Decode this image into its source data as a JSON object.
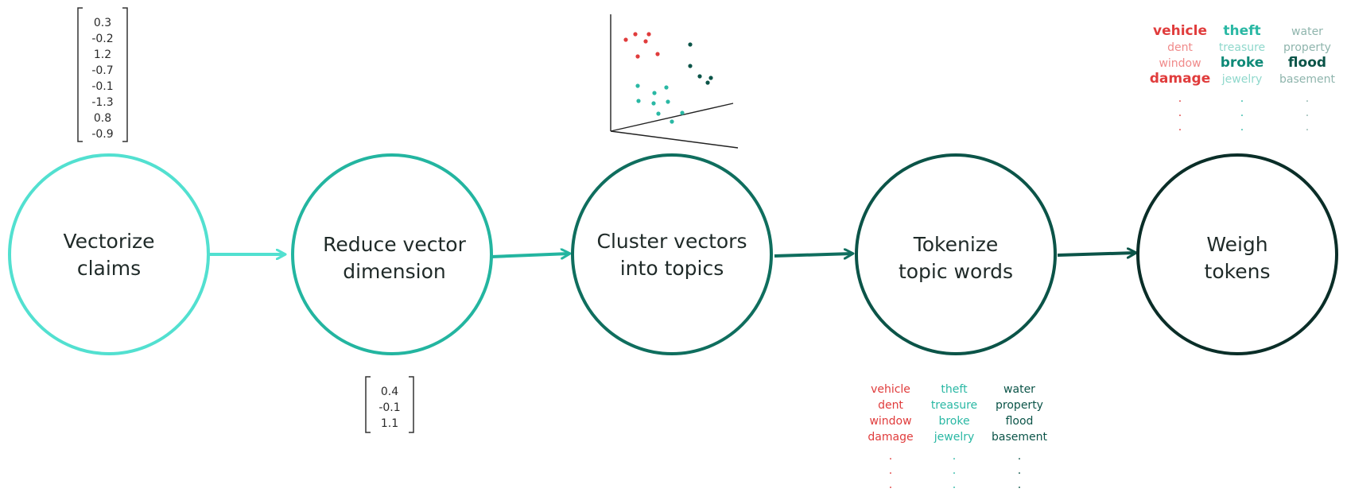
{
  "stages": [
    {
      "line1": "Vectorize",
      "line2": "claims",
      "color": "#52e0d0"
    },
    {
      "line1": "Reduce vector",
      "line2": "dimension",
      "color": "#23b5a0"
    },
    {
      "line1": "Cluster vectors",
      "line2": "into topics",
      "color": "#0f6e5e"
    },
    {
      "line1": "Tokenize",
      "line2": "topic words",
      "color": "#0b5448"
    },
    {
      "line1": "Weigh",
      "line2": "tokens",
      "color": "#0a2e28"
    }
  ],
  "input_vector": [
    "0.3",
    "-0.2",
    "1.2",
    "-0.7",
    "-0.1",
    "-1.3",
    "0.8",
    "-0.9"
  ],
  "reduced_vector": [
    "0.4",
    "-0.1",
    "1.1"
  ],
  "scatter": {
    "red": "#e03c3c",
    "teal": "#2ab8a4",
    "dark": "#0b5448"
  },
  "token_lists": [
    {
      "color": "#e03c3c",
      "words": [
        "vehicle",
        "dent",
        "window",
        "damage"
      ]
    },
    {
      "color": "#2ab8a4",
      "words": [
        "theft",
        "treasure",
        "broke",
        "jewelry"
      ]
    },
    {
      "color": "#0b5448",
      "words": [
        "water",
        "property",
        "flood",
        "basement"
      ]
    }
  ],
  "weighted_lists": [
    {
      "words": [
        "vehicle",
        "dent",
        "window",
        "damage"
      ],
      "colors": [
        "#e03c3c",
        "#f08a8a",
        "#f08a8a",
        "#e03c3c"
      ]
    },
    {
      "words": [
        "theft",
        "treasure",
        "broke",
        "jewelry"
      ],
      "colors": [
        "#2ab8a4",
        "#8fd8cc",
        "#0f8a78",
        "#8fd8cc"
      ]
    },
    {
      "words": [
        "water",
        "property",
        "flood",
        "basement"
      ],
      "colors": [
        "#8fb5ad",
        "#8fb5ad",
        "#0b5448",
        "#8fb5ad"
      ]
    }
  ],
  "ellipsis_dot": "."
}
